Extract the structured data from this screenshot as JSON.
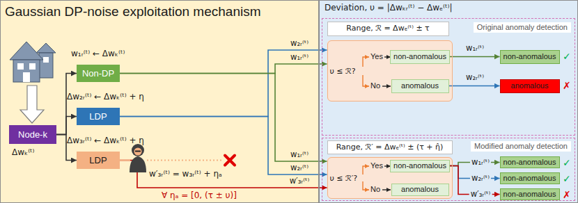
{
  "diagram": {
    "nodes": [
      {
        "text": [
          "Gaussian DP-noise exploitation mechanism"
        ]
      },
      {
        "text": [
          "Node-k",
          "Δwₖ⁽ᵗ⁾"
        ],
        "in": 0
      },
      {
        "text": [
          "Non-DP",
          "w₁ᵣ⁽ᵗ⁾ ← Δwₖ⁽ᵗ⁾"
        ],
        "in": 0
      },
      {
        "text": [
          "LDP",
          "Δw₂ᵣ⁽ᵗ⁾ ← Δwₖ⁽ᵗ⁾ + η"
        ],
        "in": 0
      },
      {
        "text": [
          "LDP",
          "Δw₃ᵣ⁽ᵗ⁾ ← Δwₖ⁽ᵗ⁾ + η"
        ],
        "in": 0
      },
      {
        "text": [
          "Deviation, υ = |Δwₖᵣ⁽ᵗ⁾ − Δwₑ⁽ᵗ⁾|"
        ]
      },
      {
        "text": [
          "Original anomaly detection"
        ],
        "in": 5
      },
      {
        "text": [
          "Range, ℛ = Δwₑ⁽ᵗ⁾ ± τ"
        ],
        "in": 6
      },
      {
        "text": [
          "υ ≤ ℛ?"
        ],
        "in": 6
      },
      {
        "text": [
          "non-anomalous"
        ],
        "in": 8
      },
      {
        "text": [
          "anomalous"
        ],
        "in": 8
      },
      {
        "text": [
          "non-anomalous"
        ],
        "in": 6
      },
      {
        "text": [
          "anomalous"
        ],
        "in": 6
      },
      {
        "text": [
          "Modified anomaly detection"
        ],
        "in": 5
      },
      {
        "text": [
          "Range, ℛ′ = Δwₑ⁽ᵗ⁾ ± (τ + η̂)"
        ],
        "in": 13
      },
      {
        "text": [
          "υ ≤ ℛ′?"
        ],
        "in": 13
      },
      {
        "text": [
          "non-anomalous"
        ],
        "in": 15
      },
      {
        "text": [
          "anomalous"
        ],
        "in": 15
      },
      {
        "text": [
          "non-anomalous"
        ],
        "in": 13
      },
      {
        "text": [
          "non-anomalous"
        ],
        "in": 13
      },
      {
        "text": [
          "non-anomalous"
        ],
        "in": 13
      }
    ],
    "edges": [
      {
        "from": 1,
        "to": 2,
        "arrow": "to"
      },
      {
        "from": 1,
        "to": 3,
        "arrow": "to"
      },
      {
        "from": 1,
        "to": 4,
        "arrow": "to"
      },
      {
        "from": 2,
        "to": 8,
        "label": "w₁ᵣ⁽ᵗ⁾",
        "arrow": "to"
      },
      {
        "from": 3,
        "to": 8,
        "label": "w₂ᵣ⁽ᵗ⁾",
        "arrow": "to"
      },
      {
        "from": 2,
        "to": 15,
        "label": "w₁ᵣ⁽ᵗ⁾",
        "arrow": "to"
      },
      {
        "from": 3,
        "to": 15,
        "label": "w₂ᵣ⁽ᵗ⁾",
        "arrow": "to"
      },
      {
        "from": 4,
        "to": 15,
        "label": "w′₃ᵣ⁽ᵗ⁾",
        "arrow": "to"
      },
      {
        "from": 9,
        "to": 11,
        "label": "w₁ᵣ⁽ᵗ⁾",
        "arrow": "to"
      },
      {
        "from": 10,
        "to": 12,
        "label": "w₂ᵣ⁽ᵗ⁾",
        "arrow": "to"
      },
      {
        "from": 16,
        "to": 18,
        "label": "w₁ᵣ⁽ᵗ⁾",
        "arrow": "to"
      },
      {
        "from": 16,
        "to": 19,
        "label": "w₂ᵣ⁽ᵗ⁾",
        "arrow": "to"
      },
      {
        "from": 16,
        "to": 20,
        "label": "w′₃ᵣ⁽ᵗ⁾",
        "arrow": "to"
      }
    ],
    "labels": [
      "Yes",
      "No",
      "✓",
      "✗",
      "Yes",
      "No",
      "✓",
      "✓",
      "✗",
      "w′₃ᵣ⁽ᵗ⁾ = w₃ᵣ⁽ᵗ⁾ + ηₐ",
      "∀ ηₐ = [0, (τ ± υ)]"
    ]
  }
}
